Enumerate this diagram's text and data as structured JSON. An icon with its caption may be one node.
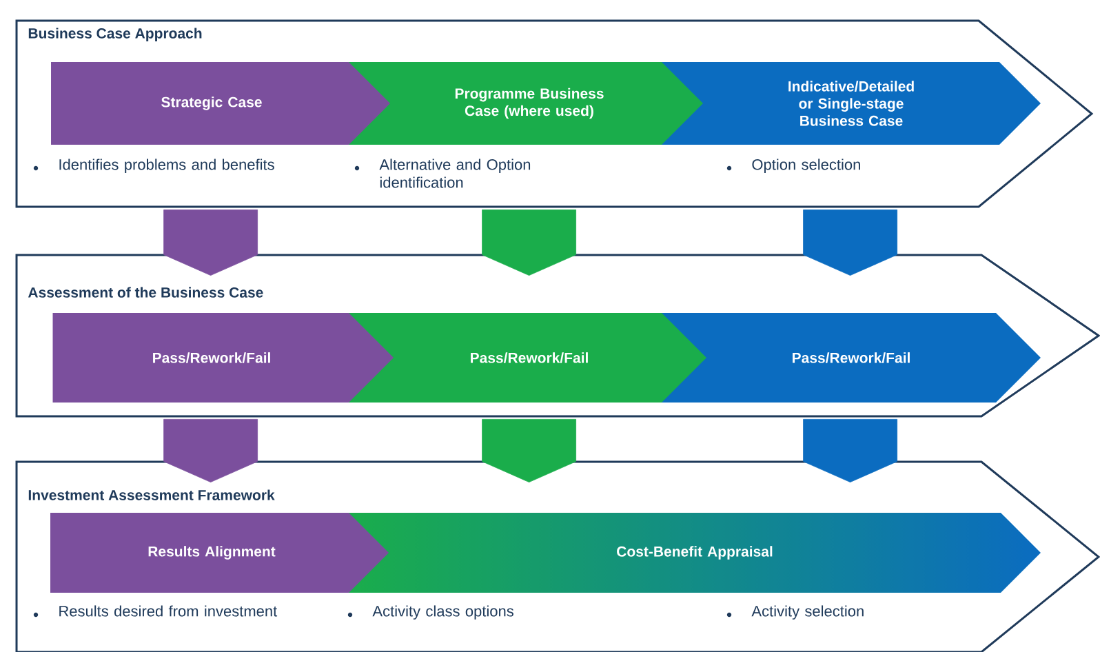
{
  "diagram": {
    "nodes": [
      {
        "text": [
          "Business Case Approach"
        ]
      },
      {
        "text": [
          "Strategic Case"
        ],
        "in": 0,
        "beside": [
          "Identifies problems and benefits"
        ]
      },
      {
        "text": [
          "Programme Business Case (where used)"
        ],
        "in": 0,
        "beside": [
          "Alternative and Option identification"
        ]
      },
      {
        "text": [
          "Indicative/Detailed or Single-stage Business Case"
        ],
        "in": 0,
        "beside": [
          "Option selection"
        ]
      },
      {
        "text": [
          "Assessment of the Business Case"
        ]
      },
      {
        "text": [
          "Pass/Rework/Fail"
        ],
        "in": 4
      },
      {
        "text": [
          "Pass/Rework/Fail"
        ],
        "in": 4
      },
      {
        "text": [
          "Pass/Rework/Fail"
        ],
        "in": 4
      },
      {
        "text": [
          "Investment Assessment Framework"
        ]
      },
      {
        "text": [
          "Results Alignment"
        ],
        "in": 8,
        "beside": [
          "Results desired from investment"
        ]
      },
      {
        "text": [
          "Cost-Benefit Appraisal"
        ],
        "in": 8
      }
    ],
    "edges": [
      {
        "from": 0,
        "to": 4,
        "arrow": "to",
        "color": "#7b4f9d"
      },
      {
        "from": 0,
        "to": 4,
        "arrow": "to",
        "color": "#1aad4b"
      },
      {
        "from": 0,
        "to": 4,
        "arrow": "to",
        "color": "#0b6cc0"
      },
      {
        "from": 4,
        "to": 8,
        "arrow": "to",
        "color": "#7b4f9d"
      },
      {
        "from": 4,
        "to": 8,
        "arrow": "to",
        "color": "#1aad4b"
      },
      {
        "from": 4,
        "to": 8,
        "arrow": "to",
        "color": "#0b6cc0"
      }
    ],
    "labels": [
      "Activity class options",
      "Activity selection"
    ]
  }
}
